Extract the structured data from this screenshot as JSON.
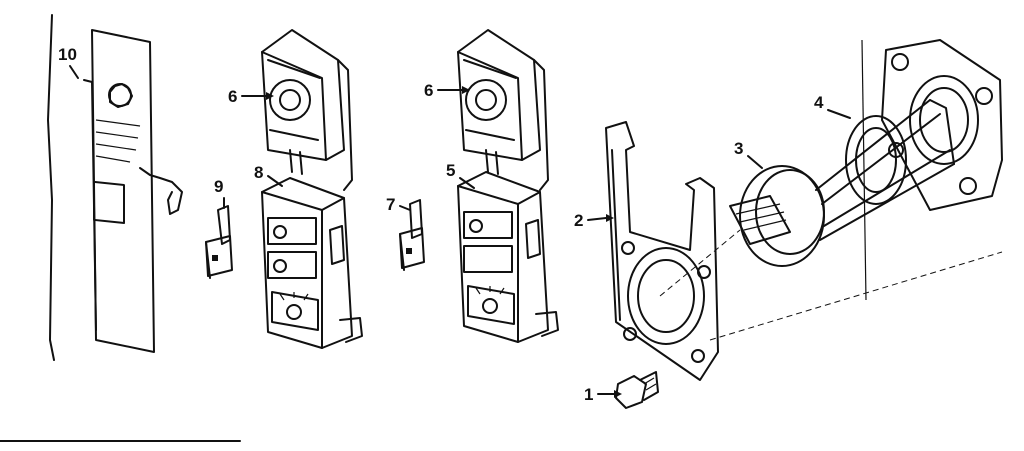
{
  "parts": [
    {
      "id": "panel-cover",
      "callout": "10"
    },
    {
      "id": "bracket-lower",
      "callout": "9"
    },
    {
      "id": "thermostat-upper-left",
      "callout": "6"
    },
    {
      "id": "thermostat-lower-left",
      "callout": "8"
    },
    {
      "id": "bracket-middle",
      "callout": "7"
    },
    {
      "id": "thermostat-upper-right",
      "callout": "6"
    },
    {
      "id": "thermostat-lower-right",
      "callout": "5"
    },
    {
      "id": "gasket-plate",
      "callout": "2"
    },
    {
      "id": "screw",
      "callout": "1"
    },
    {
      "id": "heating-element",
      "callout": "3"
    },
    {
      "id": "element-gasket",
      "callout": "4"
    }
  ],
  "colors": {
    "ink": "#111111",
    "paper": "#ffffff"
  }
}
